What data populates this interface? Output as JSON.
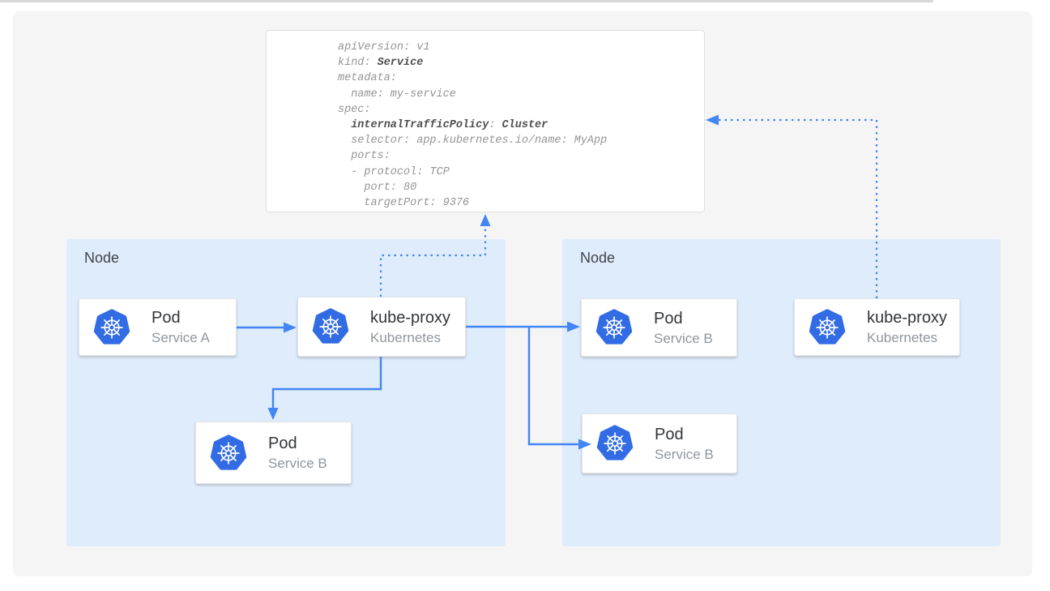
{
  "colors": {
    "arrow_blue": "#4285f4",
    "kubernetes_blue": "#326ce5",
    "node_background": "#dfecfb",
    "panel_background": "#f5f5f6"
  },
  "yaml": {
    "l1": "apiVersion: v1",
    "l2a": "kind: ",
    "l2b": "Service",
    "l3": "metadata:",
    "l4": "  name: my-service",
    "l5": "spec:",
    "l6a": "  ",
    "l6b": "internalTrafficPolicy",
    "l6c": ": ",
    "l6d": "Cluster",
    "l7": "  selector: app.kubernetes.io/name: MyApp",
    "l8": "  ports:",
    "l9": "  - protocol: TCP",
    "l10": "    port: 80",
    "l11": "    targetPort: 9376"
  },
  "nodes": [
    {
      "label": "Node"
    },
    {
      "label": "Node"
    }
  ],
  "cards": [
    {
      "title": "Pod",
      "subtitle": "Service A"
    },
    {
      "title": "kube-proxy",
      "subtitle": "Kubernetes"
    },
    {
      "title": "Pod",
      "subtitle": "Service B"
    },
    {
      "title": "Pod",
      "subtitle": "Service B"
    },
    {
      "title": "kube-proxy",
      "subtitle": "Kubernetes"
    },
    {
      "title": "Pod",
      "subtitle": "Service B"
    }
  ]
}
